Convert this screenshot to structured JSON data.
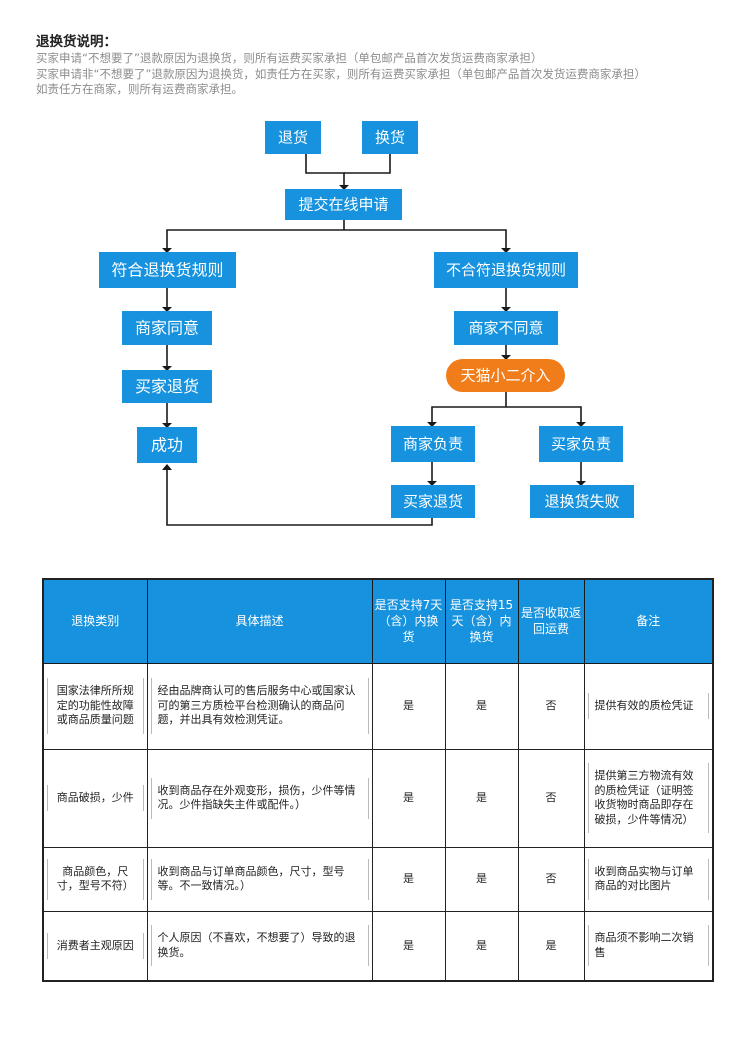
{
  "intro": {
    "title": "退换货说明：",
    "lines": [
      "买家申请“不想要了”退款原因为退换货，则所有运费买家承担（单包邮产品首次发货运费商家承担）",
      "买家申请非“不想要了”退款原因为退换货，如责任方在买家，则所有运费买家承担（单包邮产品首次发货运费商家承担）",
      "如责任方在商家，则所有运费商家承担。"
    ]
  },
  "flowchart": {
    "colors": {
      "box": "#1692de",
      "highlight": "#f07d1a",
      "line": "#1a1a1a"
    },
    "nodes": {
      "return": "退货",
      "exchange": "换货",
      "submit": "提交在线申请",
      "compliant": "符合退换货规则",
      "noncompliant": "不合符退换货规则",
      "merchant_agree": "商家同意",
      "merchant_disagree": "商家不同意",
      "buyer_return_left": "买家退货",
      "tmall": "天猫小二介入",
      "success": "成功",
      "merchant_liable": "商家负责",
      "buyer_liable": "买家负责",
      "buyer_return_right": "买家退货",
      "failed": "退换货失败"
    }
  },
  "table": {
    "headers": [
      "退换类别",
      "具体描述",
      "是否支持7天（含）内换货",
      "是否支持15天（含）内换货",
      "是否收取返回运费",
      "备注"
    ],
    "rows": [
      {
        "category": "国家法律所所规定的功能性故障或商品质量问题",
        "description": "经由品牌商认可的售后服务中心或国家认可的第三方质检平台检测确认的商品问题，并出具有效检测凭证。",
        "seven_day": "是",
        "fifteen_day": "是",
        "return_fee": "否",
        "note": "提供有效的质检凭证"
      },
      {
        "category": "商品破损，少件",
        "description": "收到商品存在外观变形，损伤，少件等情况。少件指缺失主件或配件。）",
        "seven_day": "是",
        "fifteen_day": "是",
        "return_fee": "否",
        "note": "提供第三方物流有效的质检凭证（证明签收货物时商品即存在破损，少件等情况）"
      },
      {
        "category": "商品颜色，尺寸，型号不符）",
        "description": "收到商品与订单商品颜色，尺寸，型号等。不一致情况。）",
        "seven_day": "是",
        "fifteen_day": "是",
        "return_fee": "否",
        "note": "收到商品实物与订单商品的对比图片"
      },
      {
        "category": "消费者主观原因",
        "description": "个人原因（不喜欢，不想要了）导致的退换货。",
        "seven_day": "是",
        "fifteen_day": "是",
        "return_fee": "是",
        "note": "商品须不影响二次销售"
      }
    ]
  }
}
